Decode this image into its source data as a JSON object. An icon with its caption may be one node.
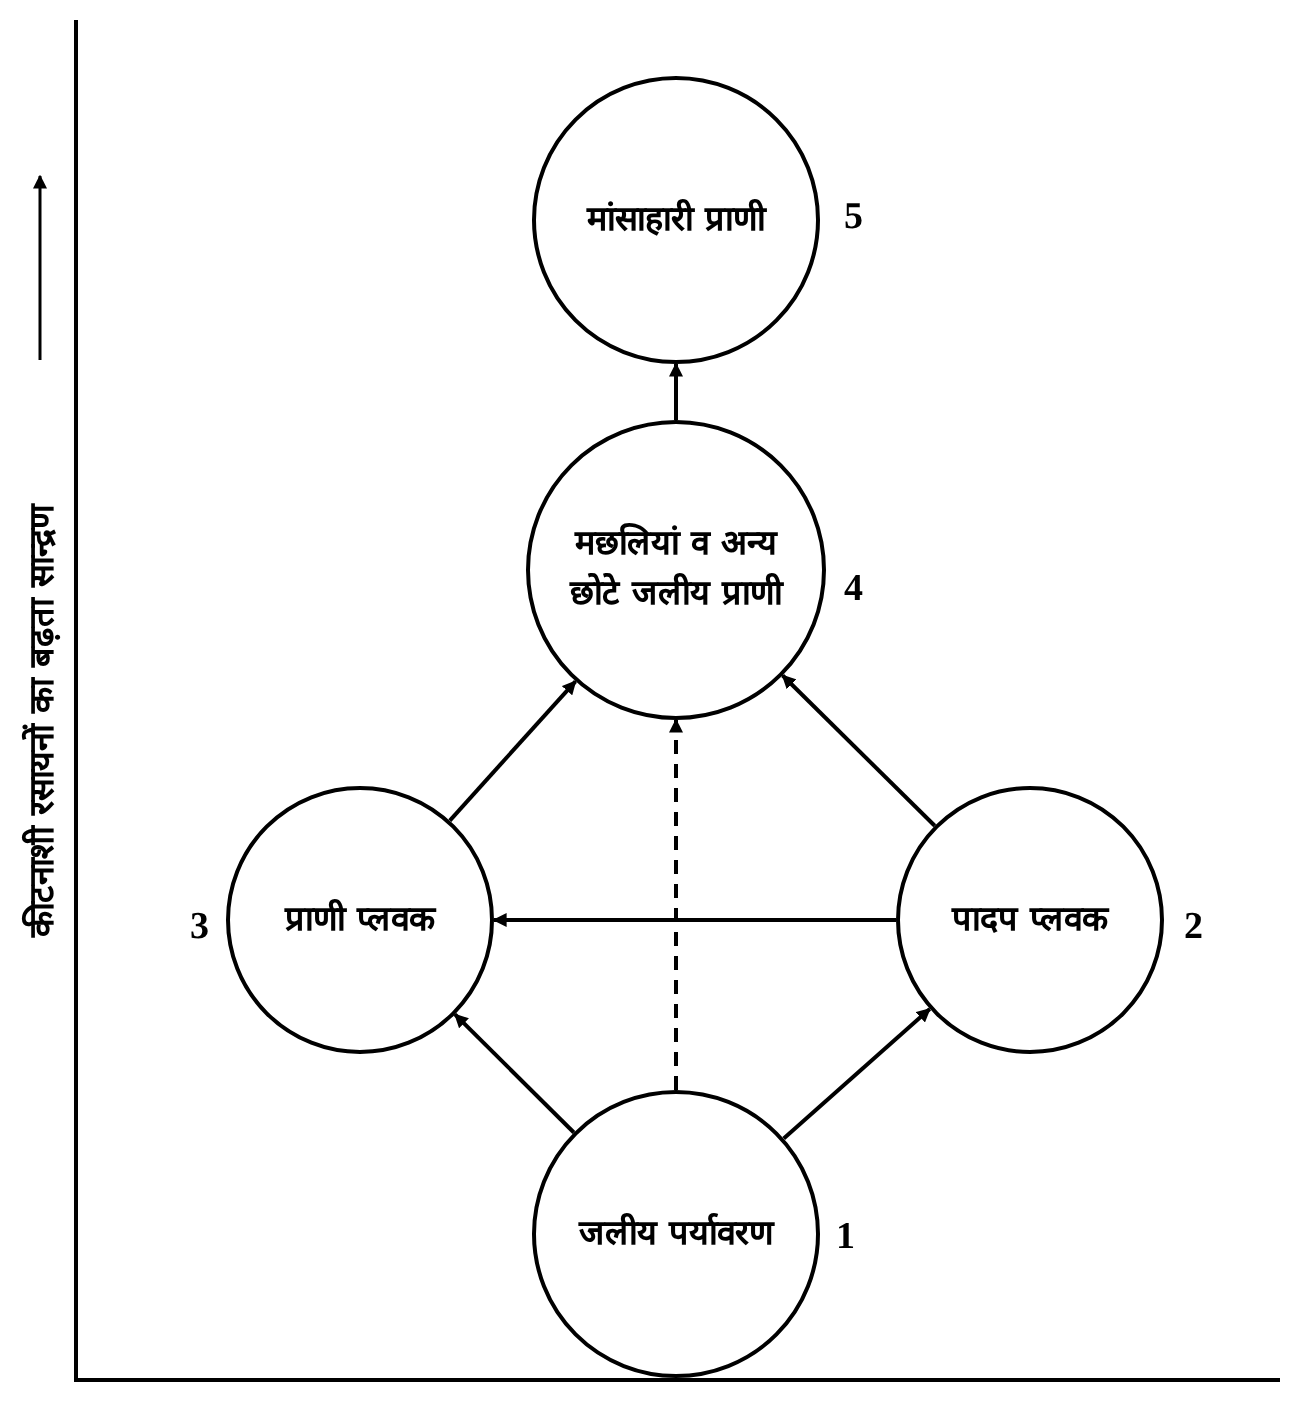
{
  "diagram": {
    "nodes": [
      {
        "text": [
          "मांसाहारी प्राणी"
        ],
        "beside": [
          "5"
        ]
      },
      {
        "text": [
          "मछलियां व अन्य छोटे जलीय प्राणी"
        ],
        "beside": [
          "4"
        ]
      },
      {
        "text": [
          "प्राणी प्लवक"
        ],
        "beside": [
          "3"
        ]
      },
      {
        "text": [
          "पादप प्लवक"
        ],
        "beside": [
          "2"
        ]
      },
      {
        "text": [
          "जलीय पर्यावरण"
        ],
        "beside": [
          "1"
        ]
      }
    ],
    "edges": [
      {
        "from": 1,
        "to": 0,
        "arrow": "to"
      },
      {
        "from": 2,
        "to": 1,
        "arrow": "to"
      },
      {
        "from": 3,
        "to": 1,
        "arrow": "to"
      },
      {
        "from": 4,
        "to": 1,
        "arrow": "to",
        "style": "dashed"
      },
      {
        "from": 3,
        "to": 2,
        "arrow": "to"
      },
      {
        "from": 4,
        "to": 2,
        "arrow": "to"
      },
      {
        "from": 4,
        "to": 3,
        "arrow": "to"
      }
    ],
    "labels": [
      "कीटनाशी रसायनों का बढ़ता सान्द्रण"
    ]
  }
}
